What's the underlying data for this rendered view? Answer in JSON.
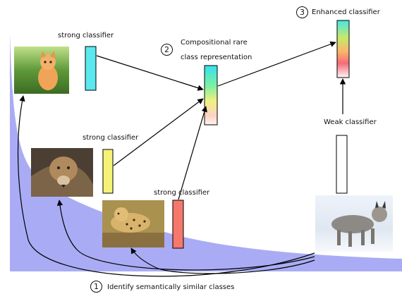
{
  "labels": {
    "strong_top": "strong classifier",
    "strong_mid": "strong classifier",
    "strong_low": "strong classifier",
    "compositional_line1": "Compositional rare",
    "compositional_line2": "class representation",
    "enhanced": "Enhanced classifier",
    "weak": "Weak classifier",
    "identify": "Identify semantically similar classes"
  },
  "step_numbers": {
    "one": "1",
    "two": "2",
    "three": "3"
  },
  "colors": {
    "long_tail_fill": "#a9acf4",
    "kitten_bar": "#5ce8ef",
    "lion_bar": "#f6f276",
    "cheetah_bar": "#f6786b",
    "arrow": "#000000",
    "weak_bar": "#ffffff"
  },
  "images": {
    "kitten": "kitten-photo",
    "lion": "lion-photo",
    "cheetah": "cheetah-photo",
    "lynx": "lynx-photo"
  }
}
